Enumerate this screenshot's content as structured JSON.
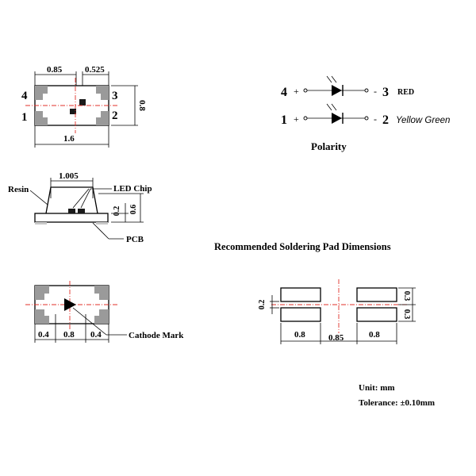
{
  "top_view": {
    "dim_left": "0.85",
    "dim_right": "0.525",
    "dim_height": "0.8",
    "dim_width": "1.6",
    "pin4": "4",
    "pin3": "3",
    "pin1": "1",
    "pin2": "2"
  },
  "polarity": {
    "row1": {
      "left_pin": "4",
      "left_sign": "+",
      "right_sign": "-",
      "right_pin": "3",
      "color": "RED"
    },
    "row2": {
      "left_pin": "1",
      "left_sign": "+",
      "right_sign": "-",
      "right_pin": "2",
      "color": "Yellow Green"
    },
    "title": "Polarity"
  },
  "side_view": {
    "dim_top": "1.005",
    "resin_label": "Resin",
    "chip_label": "LED Chip",
    "dim_small": "0.2",
    "dim_total": "0.6",
    "pcb_label": "PCB"
  },
  "bottom_view": {
    "dim_a": "0.4",
    "dim_b": "0.8",
    "dim_c": "0.4",
    "cathode_label": "Cathode Mark"
  },
  "pad_section": {
    "title": "Recommended Soldering Pad Dimensions",
    "dim_gap": "0.2",
    "dim_pad_h_top": "0.3",
    "dim_pad_h_bottom": "0.3",
    "dim_pad_w_left": "0.8",
    "dim_center": "0.85",
    "dim_pad_w_right": "0.8"
  },
  "notes": {
    "unit": "Unit: mm",
    "tolerance": "Tolerance: ±0.10mm"
  }
}
